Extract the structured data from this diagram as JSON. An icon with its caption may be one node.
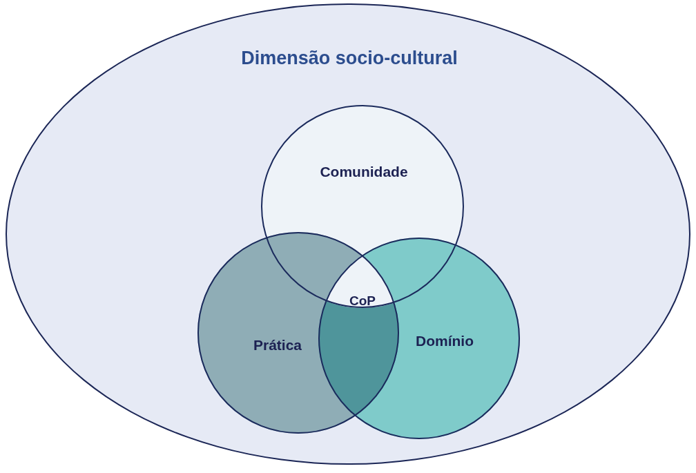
{
  "diagram": {
    "nodes": [
      {
        "text": [
          "Dimensão socio-cultural"
        ]
      },
      {
        "text": [
          "Comunidade"
        ],
        "in": 0
      },
      {
        "text": [
          "Prática"
        ],
        "in": 0
      },
      {
        "text": [
          "Domínio"
        ],
        "in": 0
      },
      {
        "text": [
          "CoP"
        ]
      }
    ]
  }
}
